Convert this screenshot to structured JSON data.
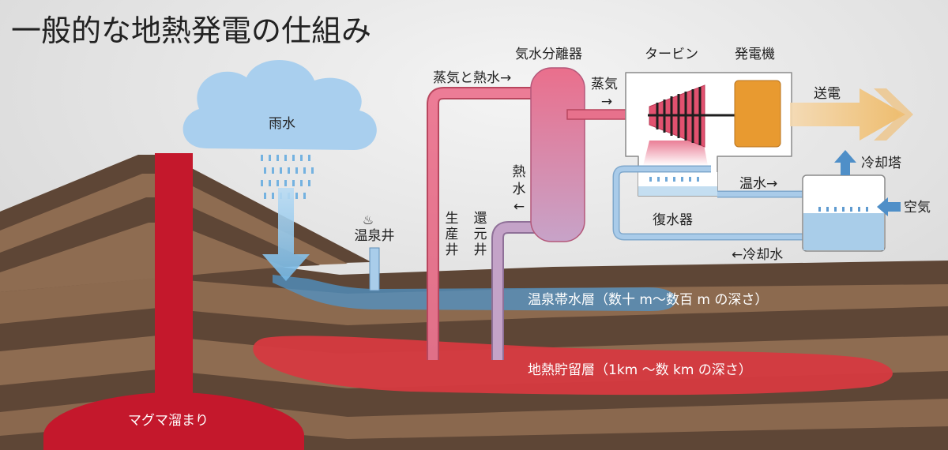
{
  "title": "一般的な地熱発電の仕組み",
  "labels": {
    "rain_cloud": "雨水",
    "hot_spring_symbol": "♨",
    "hot_spring_well": "温泉井",
    "production_well": [
      "生",
      "産",
      "井"
    ],
    "reinjection_well": [
      "還",
      "元",
      "井"
    ],
    "steam_and_hot_water": "蒸気と熱水→",
    "separator": "気水分離器",
    "hot_water_return": [
      "熱",
      "水",
      "←"
    ],
    "steam_line": [
      "蒸気",
      "→"
    ],
    "turbine": "タービン",
    "generator": "発電機",
    "transmission": "送電",
    "cooling_tower": "冷却塔",
    "warm_water": "温水→",
    "air": "空気",
    "condenser": "復水器",
    "cooling_water": "←冷却水",
    "hot_spring_aquifer": "温泉帯水層（数十 m〜数百 m の深さ）",
    "geothermal_reservoir": "地熱貯留層（1km 〜数 km の深さ）",
    "magma_chamber": "マグマ溜まり"
  },
  "colors": {
    "background": "#e6e6e6",
    "strata_dark": "#5e4636",
    "strata_light": "#8e6b50",
    "magma": "#c4182c",
    "reservoir": "#d63a40",
    "aquifer": "#4f94c8",
    "cloud": "#a9cfee",
    "pipe_hot": "#e7718c",
    "pipe_cool": "#c4a3c8",
    "cooling_pipe": "#a9cbe9",
    "turbine": "#e2516f",
    "generator": "#e89a30",
    "transmission_arrow": "#f0c07a"
  }
}
